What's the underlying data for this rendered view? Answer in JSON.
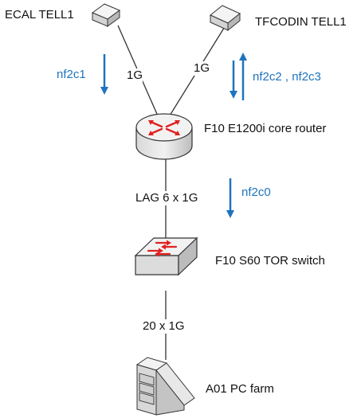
{
  "nodes": {
    "ecal": {
      "label": "ECAL TELL1",
      "icon": "tell1-board-icon"
    },
    "tfcodin": {
      "label": "TFCODIN TELL1",
      "icon": "tell1-board-icon"
    },
    "router": {
      "label": "F10 E1200i core router",
      "icon": "router-icon"
    },
    "switch": {
      "label": "F10 S60 TOR switch",
      "icon": "switch-icon"
    },
    "farm": {
      "label": "A01 PC farm",
      "icon": "server-rack-icon"
    }
  },
  "links": {
    "ecal_router": "1G",
    "tfcodin_router": "1G",
    "router_switch": "LAG 6 x 1G",
    "switch_farm": "20 x 1G"
  },
  "flows": {
    "ecal_down": "nf2c1",
    "tfcodin_bidir": "nf2c2 , nf2c3",
    "router_down": "nf2c0"
  },
  "colors": {
    "flow": "#1e73be",
    "arrow_red": "#e02020",
    "device_fill": "#e6e6e6",
    "line": "#333333"
  }
}
